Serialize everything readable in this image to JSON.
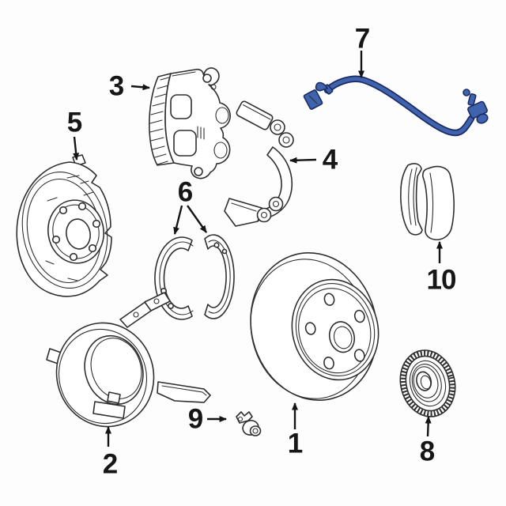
{
  "diagram": {
    "description": "Exploded rear disc brake components parts diagram",
    "background_color": "#fdfdfd",
    "line_color": "#2e2e2e",
    "label_color": "#161616",
    "highlighted_part_number": "7",
    "highlight_fill_color": "#4063ad",
    "highlight_outline_color": "#1b2a66",
    "callouts": [
      {
        "number": "1",
        "part": "brake-rotor"
      },
      {
        "number": "2",
        "part": "anchor-plate-assembly"
      },
      {
        "number": "3",
        "part": "brake-caliper"
      },
      {
        "number": "4",
        "part": "caliper-mounting-bracket"
      },
      {
        "number": "5",
        "part": "splash-shield"
      },
      {
        "number": "6",
        "part": "parking-brake-shoes"
      },
      {
        "number": "7",
        "part": "brake-hose"
      },
      {
        "number": "8",
        "part": "wheel-bearing"
      },
      {
        "number": "9",
        "part": "sensor-fitting"
      },
      {
        "number": "10",
        "part": "brake-pad-set"
      }
    ]
  }
}
